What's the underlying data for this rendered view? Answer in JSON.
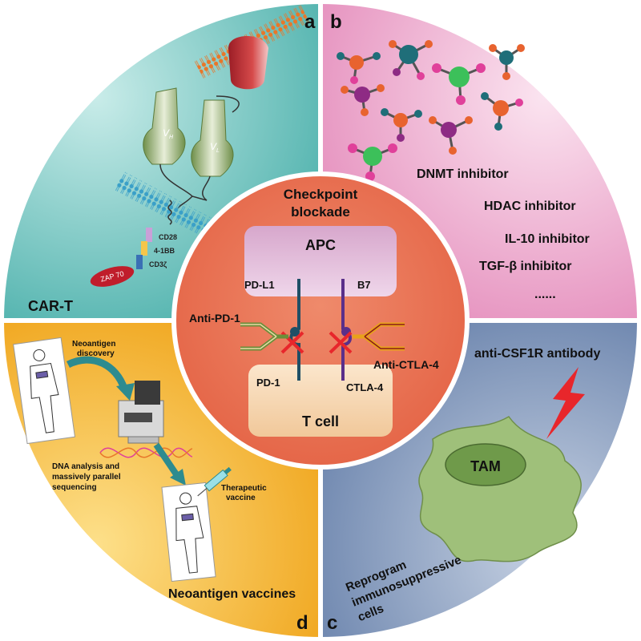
{
  "quadrants": {
    "a": {
      "letter": "a",
      "title": "CAR-T",
      "labels": {
        "vh": "V",
        "vh_sub": "H",
        "vl": "V",
        "vl_sub": "L",
        "cd28": "CD28",
        "bb": "4-1BB",
        "cd3": "CD3ζ",
        "zap": "ZAP 70"
      }
    },
    "b": {
      "letter": "b",
      "items": [
        "DNMT inhibitor",
        "HDAC inhibitor",
        "IL-10 inhibitor",
        "TGF-β inhibitor",
        "......"
      ]
    },
    "c": {
      "letter": "c",
      "antibody": "anti-CSF1R antibody",
      "cell": "TAM",
      "caption": [
        "Reprogram",
        "immunosuppressive",
        "cells"
      ]
    },
    "d": {
      "letter": "d",
      "title": "Neoantigen vaccines",
      "steps": {
        "discovery": [
          "Neoantigen",
          "discovery"
        ],
        "sequencing": [
          "DNA analysis and",
          "massively parallel",
          "sequencing"
        ],
        "vaccine": [
          "Therapeutic",
          "vaccine"
        ]
      }
    }
  },
  "center": {
    "title": [
      "Checkpoint",
      "blockade"
    ],
    "apc": "APC",
    "tcell": "T cell",
    "pdl1": "PD-L1",
    "b7": "B7",
    "pd1": "PD-1",
    "ctla4": "CTLA-4",
    "anti_pd1": "Anti-PD-1",
    "anti_ctla4": "Anti-CTLA-4"
  },
  "colors": {
    "quadrant_a": "#9fd6d3",
    "quadrant_b": "#f2bcd7",
    "quadrant_c": "#a9b8cf",
    "quadrant_d": "#f5c64a",
    "center": "#e9735a",
    "apc": "#e7c1dd",
    "tcell": "#f6d9b6",
    "tam_outer": "#9fc07a",
    "tam_inner": "#6f9a4a"
  },
  "icons": [
    "antibody-icon",
    "receptor-icon",
    "molecule-icon",
    "lightning-icon",
    "person-icon",
    "sequencer-icon",
    "syringe-icon",
    "dna-icon"
  ]
}
